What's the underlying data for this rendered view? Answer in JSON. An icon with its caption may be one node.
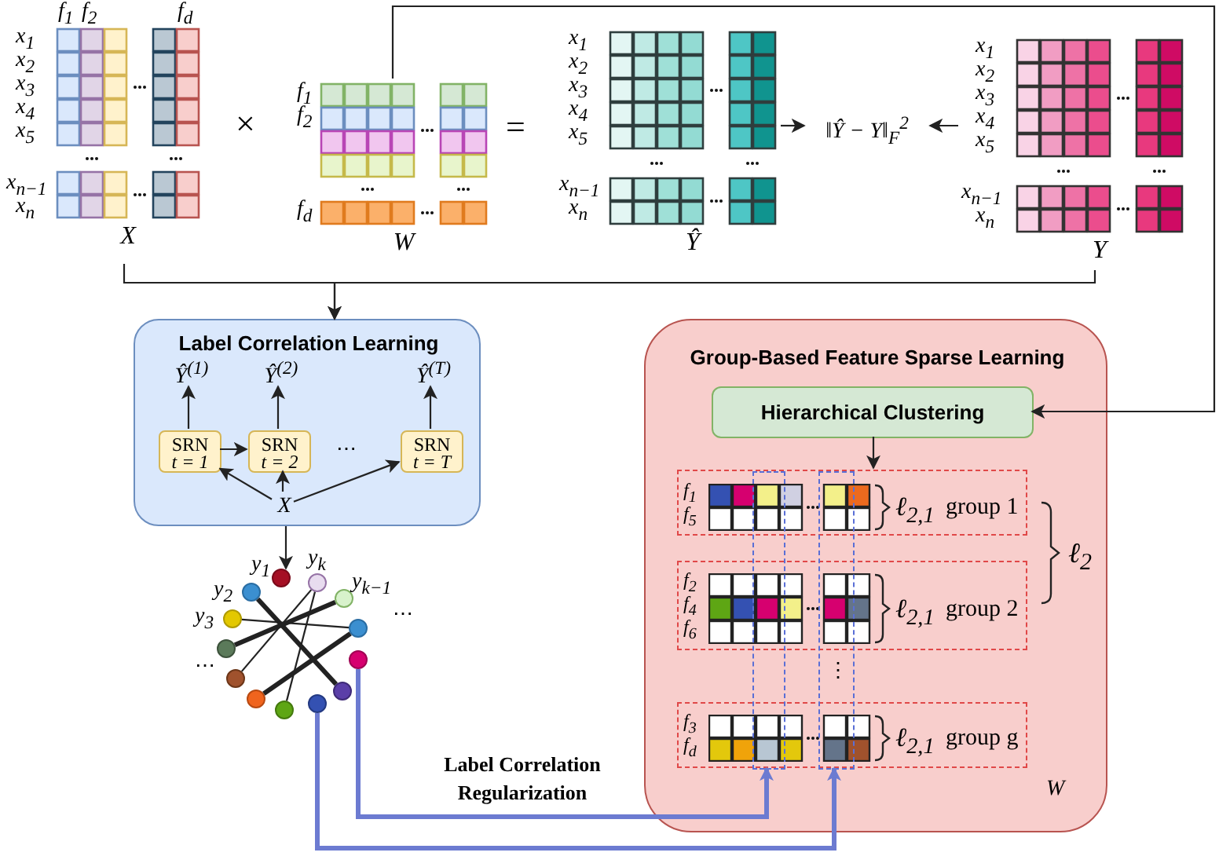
{
  "diagram": {
    "nodes": [
      {
        "text": [
          "X"
        ],
        "beside": [
          "f$_{1}$",
          "f$_{2}$",
          "f$_{d}$",
          "x$_{1}$",
          "x$_{2}$",
          "x$_{3}$",
          "x$_{4}$",
          "x$_{5}$",
          "x$_{n−1}$",
          "x$_{n}$"
        ]
      },
      {
        "text": [
          "W"
        ],
        "beside": [
          "f$_{1}$",
          "f$_{2}$",
          "f$_{d}$"
        ]
      },
      {
        "text": [
          "Ŷ"
        ],
        "beside": [
          "x$_{1}$",
          "x$_{2}$",
          "x$_{3}$",
          "x$_{4}$",
          "x$_{5}$",
          "x$_{n−1}$",
          "x$_{n}$"
        ]
      },
      {
        "text": [
          "Y"
        ],
        "beside": [
          "x$_{1}$",
          "x$_{2}$",
          "x$_{3}$",
          "x$_{4}$",
          "x$_{5}$",
          "x$_{n−1}$",
          "x$_{n}$"
        ]
      },
      {
        "text": [
          "‖Ŷ − Y‖$_{F}$$^{2}$"
        ]
      },
      {
        "text": [
          "Label Correlation Learning"
        ]
      },
      {
        "text": [
          "Ŷ$^{(1)}$"
        ],
        "in": 5
      },
      {
        "text": [
          "Ŷ$^{(2)}$"
        ],
        "in": 5
      },
      {
        "text": [
          "Ŷ$^{(T)}$"
        ],
        "in": 5
      },
      {
        "text": [
          "SRN",
          "t = 1"
        ],
        "in": 5
      },
      {
        "text": [
          "SRN",
          "t = 2"
        ],
        "in": 5
      },
      {
        "text": [
          "SRN",
          "t = T"
        ],
        "in": 5
      },
      {
        "text": [
          "X"
        ],
        "in": 5
      },
      {
        "text": [],
        "shape": "circle",
        "beside": [
          "y$_{1}$"
        ]
      },
      {
        "text": [],
        "shape": "circle",
        "beside": [
          "y$_{k}$"
        ]
      },
      {
        "text": [],
        "shape": "circle",
        "beside": [
          "y$_{2}$"
        ]
      },
      {
        "text": [],
        "shape": "circle",
        "beside": [
          "y$_{k−1}$"
        ]
      },
      {
        "text": [],
        "shape": "circle",
        "beside": [
          "y$_{3}$"
        ]
      },
      {
        "text": [],
        "shape": "circle"
      },
      {
        "text": [],
        "shape": "circle"
      },
      {
        "text": [],
        "shape": "circle"
      },
      {
        "text": [],
        "shape": "circle"
      },
      {
        "text": [],
        "shape": "circle"
      },
      {
        "text": [],
        "shape": "circle"
      },
      {
        "text": [],
        "shape": "circle"
      },
      {
        "text": [],
        "shape": "circle"
      },
      {
        "text": [
          "Group-Based Feature Sparse Learning",
          "W"
        ]
      },
      {
        "text": [
          "Hierarchical Clustering"
        ],
        "in": 26
      },
      {
        "text": [
          "ℓ$_{2,1}$",
          "group 1"
        ],
        "in": 26
      },
      {
        "text": [
          "ℓ$_{2,1}$",
          "group 2"
        ],
        "in": 26
      },
      {
        "text": [
          "ℓ$_{2,1}$",
          "group g"
        ],
        "in": 26
      },
      {
        "text": [],
        "shape": "box",
        "in": 26
      },
      {
        "text": [],
        "shape": "box",
        "in": 26
      }
    ],
    "edges": [
      {
        "from": 0,
        "to": 5,
        "arrow": "to"
      },
      {
        "from": 3,
        "to": 5,
        "arrow": "to"
      },
      {
        "from": 1,
        "to": 27,
        "arrow": "to"
      },
      {
        "from": 2,
        "to": 4,
        "arrow": "to"
      },
      {
        "from": 3,
        "to": 4,
        "arrow": "to"
      },
      {
        "from": 9,
        "to": 6,
        "arrow": "to"
      },
      {
        "from": 10,
        "to": 7,
        "arrow": "to"
      },
      {
        "from": 11,
        "to": 8,
        "arrow": "to"
      },
      {
        "from": 9,
        "to": 10,
        "arrow": "to"
      },
      {
        "from": 12,
        "to": 9,
        "arrow": "to"
      },
      {
        "from": 12,
        "to": 10,
        "arrow": "to"
      },
      {
        "from": 12,
        "to": 11,
        "arrow": "to"
      },
      {
        "from": 5,
        "to": 13,
        "arrow": "to"
      },
      {
        "from": 15,
        "to": 22,
        "arrow": "none",
        "style": "thick"
      },
      {
        "from": 14,
        "to": 21,
        "arrow": "none"
      },
      {
        "from": 14,
        "to": 25,
        "arrow": "none"
      },
      {
        "from": 16,
        "to": 19,
        "arrow": "none",
        "style": "thick"
      },
      {
        "from": 17,
        "to": 18,
        "arrow": "none"
      },
      {
        "from": 18,
        "to": 23,
        "arrow": "none",
        "style": "thick"
      },
      {
        "from": 20,
        "to": 31,
        "arrow": "to",
        "label": "Label Correlation Regularization",
        "style": "thick",
        "color": "#6c7bd1"
      },
      {
        "from": 24,
        "to": 32,
        "arrow": "to",
        "style": "thick",
        "color": "#6c7bd1"
      },
      {
        "from": 27,
        "to": 28,
        "arrow": "to"
      }
    ],
    "labels": [
      "×",
      "=",
      "⋯",
      "⋯",
      "⋯",
      "f$_{1}$",
      "f$_{5}$",
      "f$_{2}$",
      "f$_{4}$",
      "f$_{6}$",
      "⋮",
      "f$_{3}$",
      "f$_{d}$",
      "ℓ$_{2}$"
    ]
  }
}
